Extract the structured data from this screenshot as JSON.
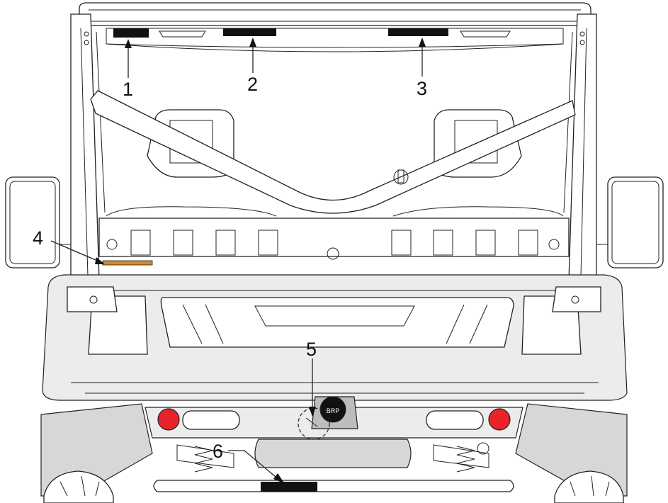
{
  "callouts": [
    {
      "id": "1",
      "label": "1"
    },
    {
      "id": "2",
      "label": "2"
    },
    {
      "id": "3",
      "label": "3"
    },
    {
      "id": "4",
      "label": "4"
    },
    {
      "id": "5",
      "label": "5"
    },
    {
      "id": "6",
      "label": "6"
    }
  ],
  "emblem": {
    "text": "BRP"
  },
  "colors": {
    "line": "#222222",
    "label_fill": "#111111",
    "taillight": "#e8232a",
    "marker_band": "#d88a2a",
    "body_gray": "#d7d7d7"
  }
}
